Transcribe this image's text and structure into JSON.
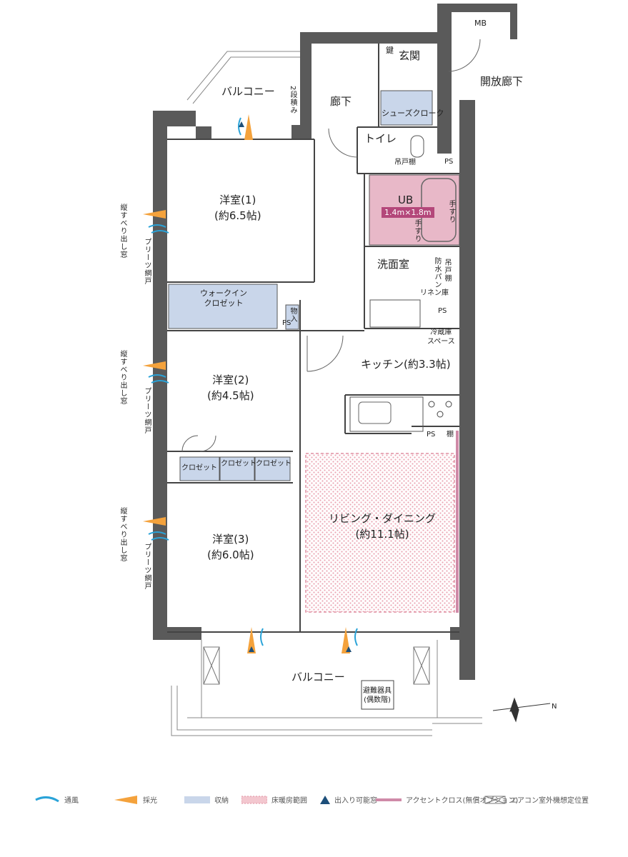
{
  "rooms": {
    "balcony_north": "バルコニー",
    "stack_note": "2段積み",
    "hallway": "廊下",
    "entrance": "玄関",
    "key": "鍵",
    "shoe_closet": "シューズクローク",
    "toilet": "トイレ",
    "toilet_shelf": "吊戸棚",
    "mb": "MB",
    "open_corridor": "開放廊下",
    "ps": "PS",
    "ub": "UB",
    "ub_size": "1.4m×1.8m",
    "handrail": "手すり",
    "washroom": "洗面室",
    "waterproof_pan": "防水パン",
    "wash_shelf": "吊戸棚",
    "linen": "リネン庫",
    "room1_name": "洋室(1)",
    "room1_size": "(約6.5帖)",
    "walkin_line1": "ウォークイン",
    "walkin_line2": "クロゼット",
    "storage": "物入",
    "fridge_line1": "冷蔵庫",
    "fridge_line2": "スペース",
    "kitchen": "キッチン(約3.3帖)",
    "room2_name": "洋室(2)",
    "room2_size": "(約4.5帖)",
    "shelf": "棚",
    "closet": "クロゼット",
    "living_name": "リビング・ダイニング",
    "living_size": "(約11.1帖)",
    "room3_name": "洋室(3)",
    "room3_size": "(約6.0帖)",
    "balcony_south": "バルコニー",
    "evac_line1": "避難器具",
    "evac_line2": "(偶数階)",
    "window_type": "縦すべり出し窓",
    "screen_door": "プリーツ網戸",
    "compass": "N"
  },
  "legend": [
    {
      "label": "通風",
      "symbol": "wind-icon",
      "color": "#2aa3d8"
    },
    {
      "label": "採光",
      "symbol": "light-icon",
      "color": "#f4a23c"
    },
    {
      "label": "収納",
      "symbol": "storage-swatch",
      "color": "#c9d6ea"
    },
    {
      "label": "床暖房範囲",
      "symbol": "floor-heating-swatch",
      "color": "#f3c7cf"
    },
    {
      "label": "出入り可能窓",
      "symbol": "triangle-icon",
      "color": "#1d4f7a"
    },
    {
      "label": "アクセントクロス(無償オプション)",
      "symbol": "accent-line",
      "color": "#cf8aa8"
    },
    {
      "label": "エアコン室外機想定位置",
      "symbol": "ac-box",
      "color": "#777777"
    }
  ]
}
